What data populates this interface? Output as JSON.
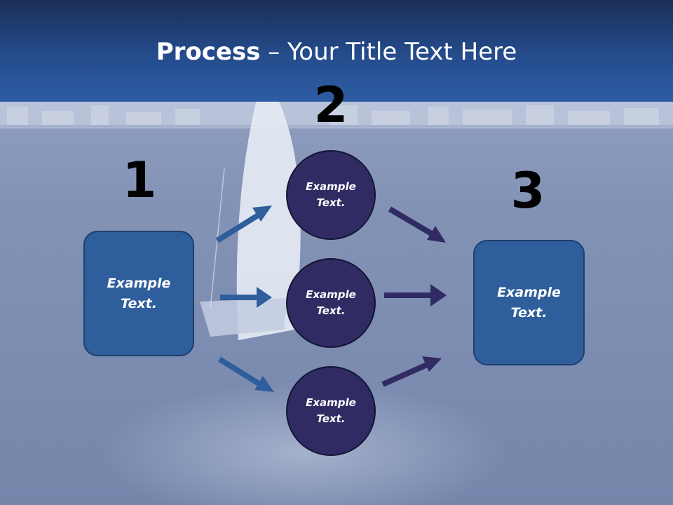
{
  "slide": {
    "title_bold": "Process",
    "title_rest": " – Your Title Text Here",
    "steps": [
      "1",
      "2",
      "3"
    ],
    "left_box": "Example Text.",
    "right_box": "Example Text.",
    "circles": [
      "Example Text.",
      "Example Text.",
      "Example Text."
    ]
  },
  "colors": {
    "title_bar": "#254c8c",
    "box_fill": "#2e5e9b",
    "circle_fill": "#302b63",
    "arrow_left": "#2e5e9b",
    "arrow_right": "#302b63"
  }
}
